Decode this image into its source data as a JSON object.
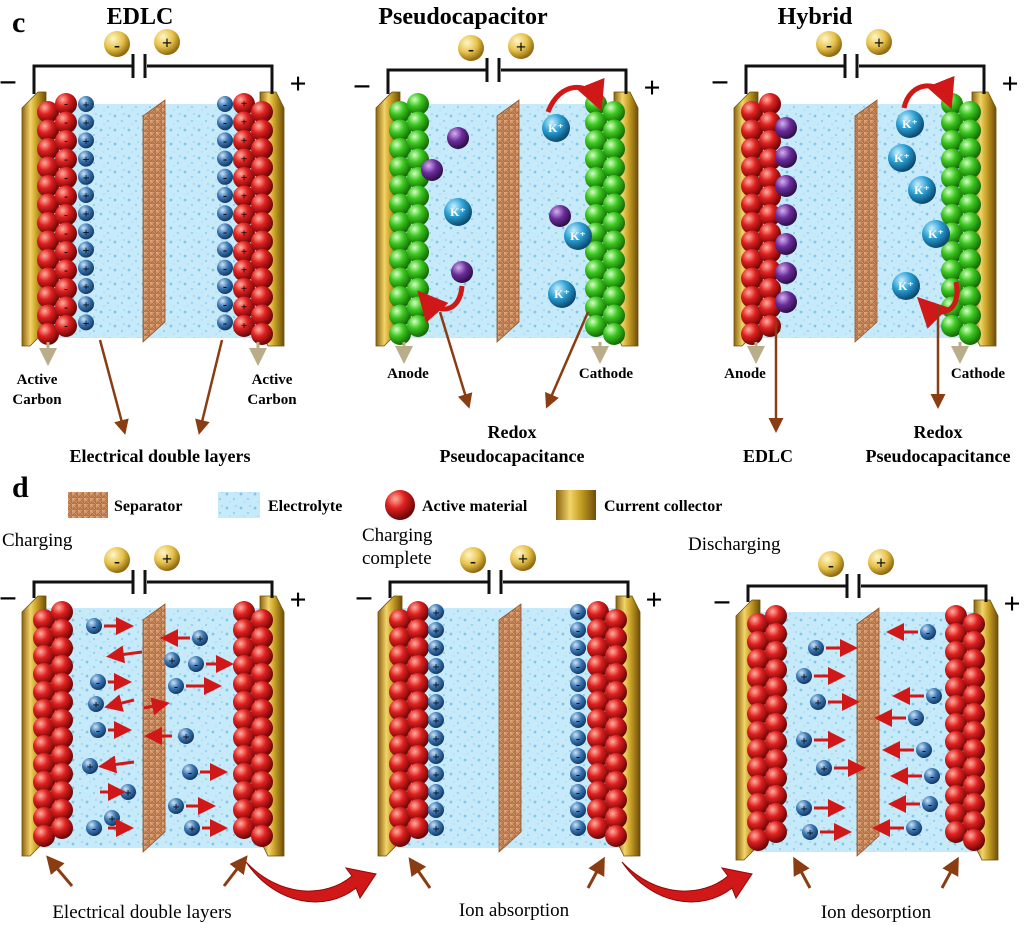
{
  "panel_c": {
    "letter": "c",
    "cells": [
      {
        "title": "EDLC",
        "anode_label_1": "Active",
        "anode_label_2": "Carbon",
        "cathode_label_1": "Active",
        "cathode_label_2": "Carbon",
        "caption_1": "Electrical double layers",
        "caption_2": ""
      },
      {
        "title": "Pseudocapacitor",
        "anode_label_1": "Anode",
        "anode_label_2": "",
        "cathode_label_1": "Cathode",
        "cathode_label_2": "",
        "caption_1": "Redox",
        "caption_2": "Pseudocapacitance"
      },
      {
        "title": "Hybrid",
        "anode_label_1": "Anode",
        "anode_label_2": "",
        "cathode_label_1": "Cathode",
        "cathode_label_2": "",
        "caption_1": "EDLC",
        "caption_2": "",
        "caption_3": "Redox",
        "caption_4": "Pseudocapacitance"
      }
    ]
  },
  "panel_d": {
    "letter": "d",
    "legend": {
      "separator": "Separator",
      "electrolyte": "Electrolyte",
      "active_material": "Active material",
      "current_collector": "Current collector"
    },
    "cells": [
      {
        "state_1": "Charging",
        "state_2": "",
        "caption": "Electrical double layers"
      },
      {
        "state_1": "Charging",
        "state_2": "complete",
        "caption": "Ion absorption"
      },
      {
        "state_1": "Discharging",
        "state_2": "",
        "caption": "Ion desorption"
      }
    ]
  },
  "symbols": {
    "minus": "−",
    "plus": "+",
    "badge_minus": "-",
    "badge_plus": "+",
    "ion_k": "K⁺"
  },
  "colors": {
    "active_red": "#d81e1e",
    "redox_green": "#35c21b",
    "anion_purple": "#6a2c9a",
    "cation_blue": "#2a8fc4",
    "ion_dark_blue": "#3a6fa8",
    "electrolyte": "#bfe6f7",
    "collector_gold": "#c9a227",
    "separator": "#c7875a",
    "arrow_red": "#d01818",
    "arrow_brown": "#8a3d12",
    "badge_gold": "#e7c24a"
  }
}
